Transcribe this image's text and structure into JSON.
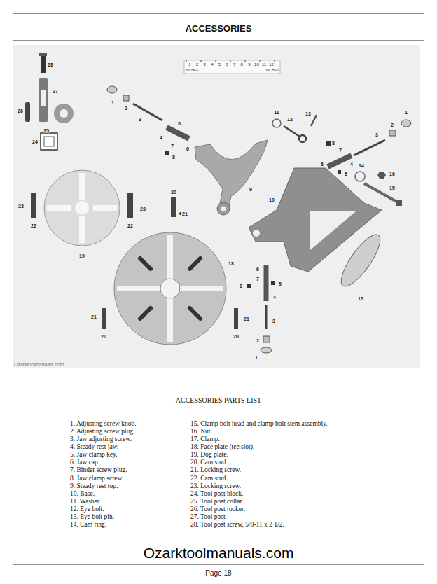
{
  "diagram": {
    "title": "ACCESSORIES",
    "labels": [
      "1",
      "2",
      "3",
      "4",
      "5",
      "6",
      "7",
      "8",
      "9",
      "10",
      "11",
      "12",
      "INCHES",
      "INCHES",
      "28",
      "27",
      "26",
      "25",
      "24",
      "1",
      "2",
      "3",
      "5",
      "4",
      "7",
      "6",
      "8",
      "9",
      "11",
      "12",
      "13",
      "8",
      "7",
      "5",
      "6",
      "4",
      "14",
      "16",
      "3",
      "2",
      "1",
      "15",
      "10",
      "17",
      "23",
      "22",
      "19",
      "23",
      "22",
      "20",
      "21",
      "18",
      "6",
      "7",
      "5",
      "8",
      "4",
      "3",
      "2",
      "1",
      "21",
      "20",
      "21",
      "20",
      "Ozarktoolmanuals.com",
      "ACCESSORIES PARTS LIST",
      "1. Adjusting screw knob.",
      "2. Adjusting screw plug.",
      "3. Jaw adjusting screw.",
      "4. Steady rest jaw.",
      "5. Jaw clamp key.",
      "6. Jaw cap.",
      "7. Binder screw plug.",
      "8. Jaw clamp screw.",
      "9. Steady rest top.",
      "10. Base.",
      "11. Washer.",
      "12. Eye bolt.",
      "13. Eye bolt pin.",
      "14. Cam ring.",
      "15. Clamp bolt head and clamp bolt stem assembly.",
      "16. Nut.",
      "17. Clamp.",
      "18. Face plate (tee slot).",
      "19. Dog plate.",
      "20. Cam stud.",
      "21. Locking screw.",
      "22. Cam stud.",
      "23. Locking screw.",
      "24. Tool post block.",
      "25. Tool post collar.",
      "26. Tool post rocker.",
      "27. Tool post.",
      "28. Tool post screw, 5/8-11 x 2 1/2.",
      "Ozarktoolmanuals.com",
      "Page 18"
    ]
  }
}
